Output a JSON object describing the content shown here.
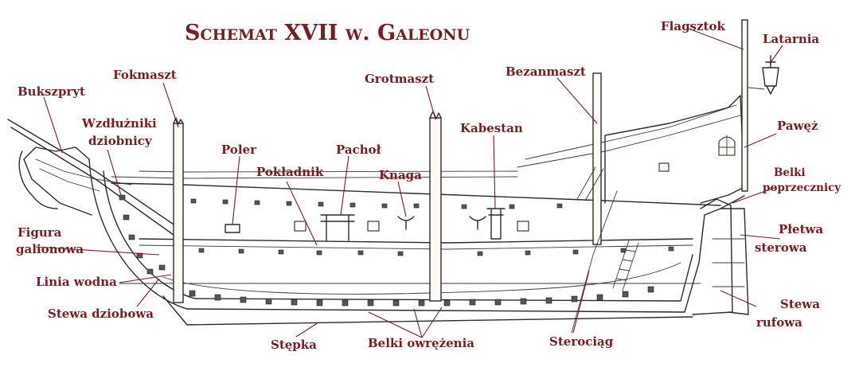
{
  "title": "Schemat XVII w. Galeonu",
  "labels": {
    "flagsztok": "Flagsztok",
    "latarnia": "Latarnia",
    "fokmaszt": "Fokmaszt",
    "grotmaszt": "Grotmaszt",
    "bezanmaszt": "Bezanmaszt",
    "bukszpryt": "Bukszpryt",
    "wzdluzniki_1": "Wzdłużniki",
    "wzdluzniki_2": "dziobnicy",
    "kabestan": "Kabestan",
    "pawez": "Pawęż",
    "poler": "Poler",
    "pachol": "Pachoł",
    "pokladnik": "Pokładnik",
    "knaga": "Knaga",
    "belki_poprz_1": "Belki",
    "belki_poprz_2": "poprzecznicy",
    "figura_1": "Figura",
    "figura_2": "galionowa",
    "pletwa_1": "Płetwa",
    "pletwa_2": "sterowa",
    "linia_wodna": "Linia wodna",
    "stewa_dziobowa": "Stewa dziobowa",
    "stewa_rufowa_1": "Stewa",
    "stewa_rufowa_2": "rufowa",
    "stepka": "Stępka",
    "belki_owrezenia": "Belki owrężenia",
    "sterociag": "Sterociąg"
  }
}
